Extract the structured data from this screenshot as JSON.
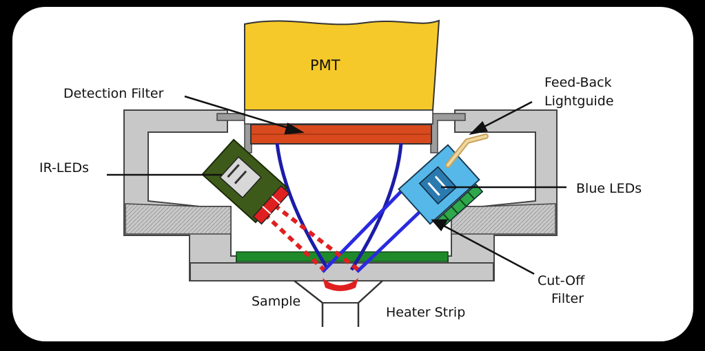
{
  "labels": {
    "pmt": "PMT",
    "detection_filter": "Detection Filter",
    "feedback_line1": "Feed-Back",
    "feedback_line2": "Lightguide",
    "ir_leds": "IR-LEDs",
    "blue_leds": "Blue LEDs",
    "cutoff_line1": "Cut-Off",
    "cutoff_line2": "Filter",
    "sample": "Sample",
    "heater_strip": "Heater Strip"
  },
  "colors": {
    "background": "#000000",
    "panel": "#ffffff",
    "pmt": "#f5c92a",
    "housing": "#c8c8c8",
    "detection_filter": "#d84a1e",
    "ir_led": "#3d5a1a",
    "blue_led": "#56b8e8",
    "green_plate": "#1f8a2a",
    "ray_blue": "#1c1ca8",
    "ray_red": "#e02020"
  }
}
